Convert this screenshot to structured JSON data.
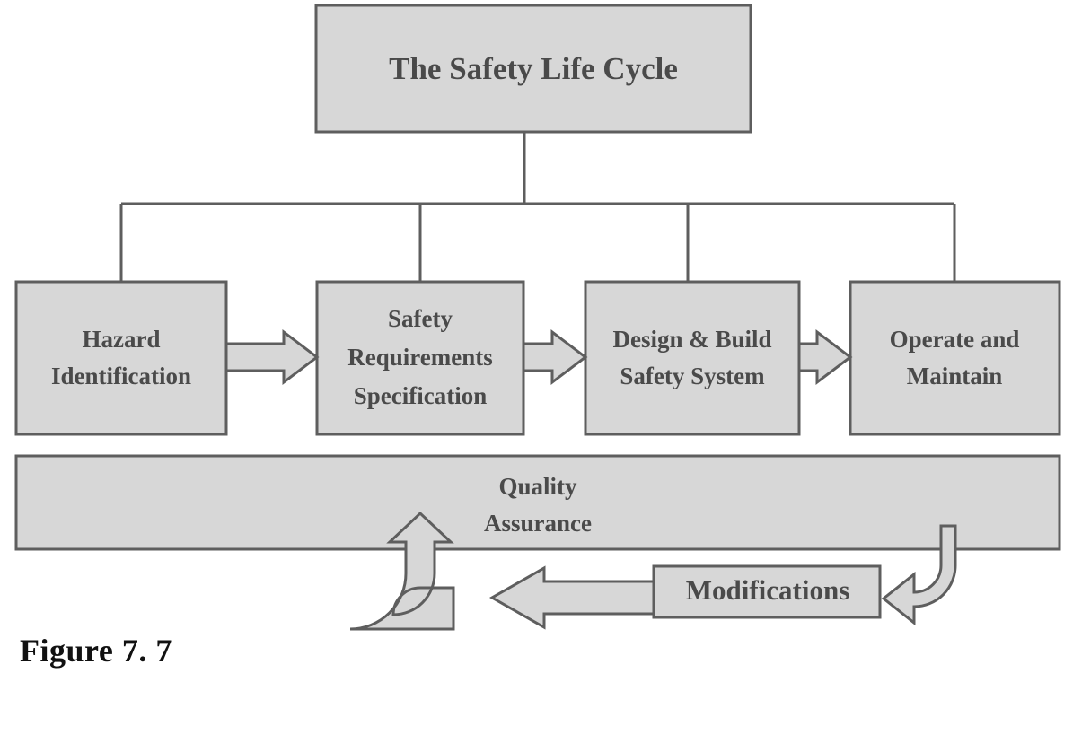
{
  "figure": {
    "caption": "Figure 7. 7",
    "title_box": {
      "label": "The Safety Life Cycle"
    },
    "stages": [
      {
        "id": "hazard-identification",
        "lines": [
          "Hazard",
          "Identification"
        ]
      },
      {
        "id": "safety-requirements-specification",
        "lines": [
          "Safety",
          "Requirements",
          "Specification"
        ]
      },
      {
        "id": "design-build-safety-system",
        "lines": [
          "Design & Build",
          "Safety System"
        ]
      },
      {
        "id": "operate-and-maintain",
        "lines": [
          "Operate and",
          "Maintain"
        ]
      }
    ],
    "quality_assurance": {
      "lines": [
        "Quality",
        "Assurance"
      ]
    },
    "modifications": {
      "label": "Modifications"
    },
    "flow_arrows": [
      {
        "id": "hazard-to-requirements",
        "direction": "right"
      },
      {
        "id": "requirements-to-design",
        "direction": "right"
      },
      {
        "id": "design-to-operate",
        "direction": "right"
      },
      {
        "id": "modifications-to-left",
        "direction": "left"
      },
      {
        "id": "feedback-up-into-quality-assurance",
        "direction": "up-elbow"
      },
      {
        "id": "quality-assurance-down-to-modifications",
        "direction": "down-elbow"
      }
    ],
    "colors": {
      "shape_fill": "#d7d7d7",
      "shape_border": "#5e5e5e",
      "diagram_text": "#4a4a4a",
      "caption_text": "#111111",
      "background": "#ffffff"
    }
  }
}
